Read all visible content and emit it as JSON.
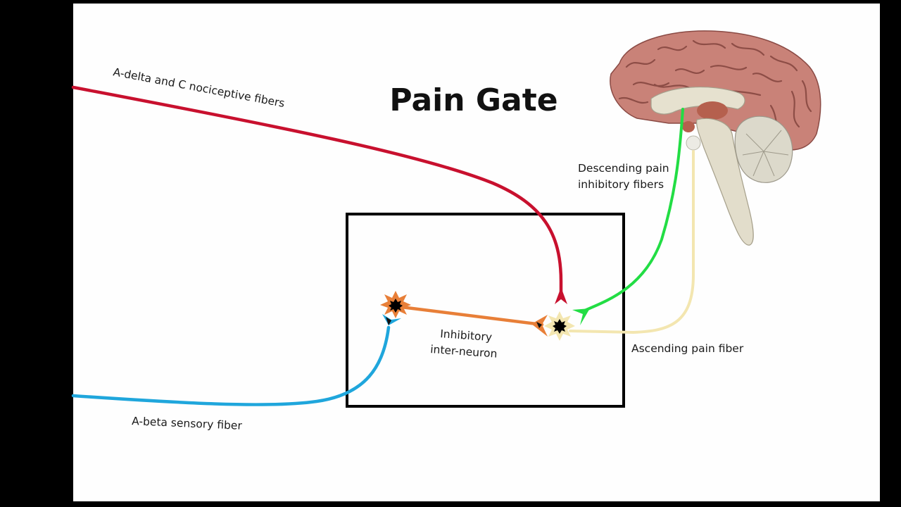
{
  "diagram": {
    "title": "Pain Gate",
    "labels": {
      "nociceptive": "A-delta and C nociceptive fibers",
      "abeta": "A-beta sensory fiber",
      "interneuron_line1": "Inhibitory",
      "interneuron_line2": "inter-neuron",
      "descending_line1": "Descending pain",
      "descending_line2": "inhibitory fibers",
      "ascending": "Ascending pain fiber"
    },
    "colors": {
      "nociceptive_fiber": "#c8102e",
      "abeta_fiber": "#1fa6dc",
      "interneuron": "#e87f38",
      "descending_fiber": "#22dd44",
      "ascending_fiber": "#f3e6b0",
      "gate_box": "#000000",
      "background": "#fefefe",
      "letterbox": "#000000"
    },
    "elements": {
      "gate_box": "dorsal-horn-gate-box",
      "brain": "brain-sagittal-section-illustration"
    }
  }
}
